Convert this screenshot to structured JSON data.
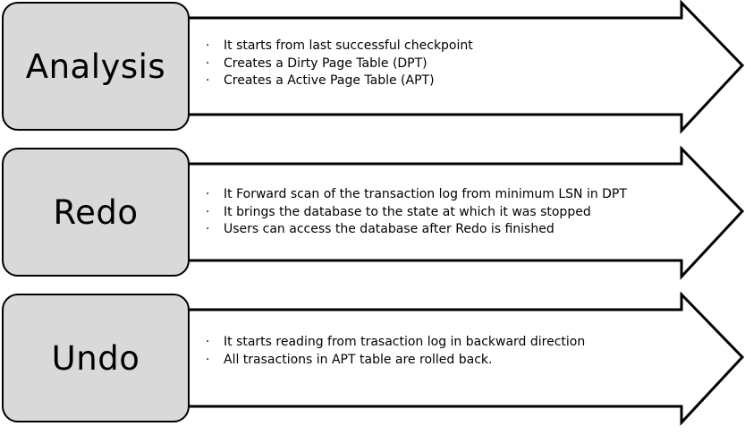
{
  "phases": [
    {
      "name": "Analysis",
      "bullet_symbol": "·",
      "items": [
        "It starts from last successful checkpoint",
        "Creates a Dirty Page Table (DPT)",
        "Creates a Active Page Table (APT)"
      ]
    },
    {
      "name": "Redo",
      "bullet_symbol": "·",
      "items": [
        "It Forward scan of the transaction log from minimum LSN in DPT",
        "It brings the database to the state at which it was stopped",
        "Users can access the database after Redo is finished"
      ]
    },
    {
      "name": "Undo",
      "bullet_symbol": "·",
      "items": [
        "It starts reading from trasaction log in backward direction",
        "All trasactions in APT table are rolled back."
      ]
    }
  ],
  "colors": {
    "box_fill": "#d9d9d9",
    "arrow_fill": "#ffffff",
    "stroke": "#000000"
  }
}
